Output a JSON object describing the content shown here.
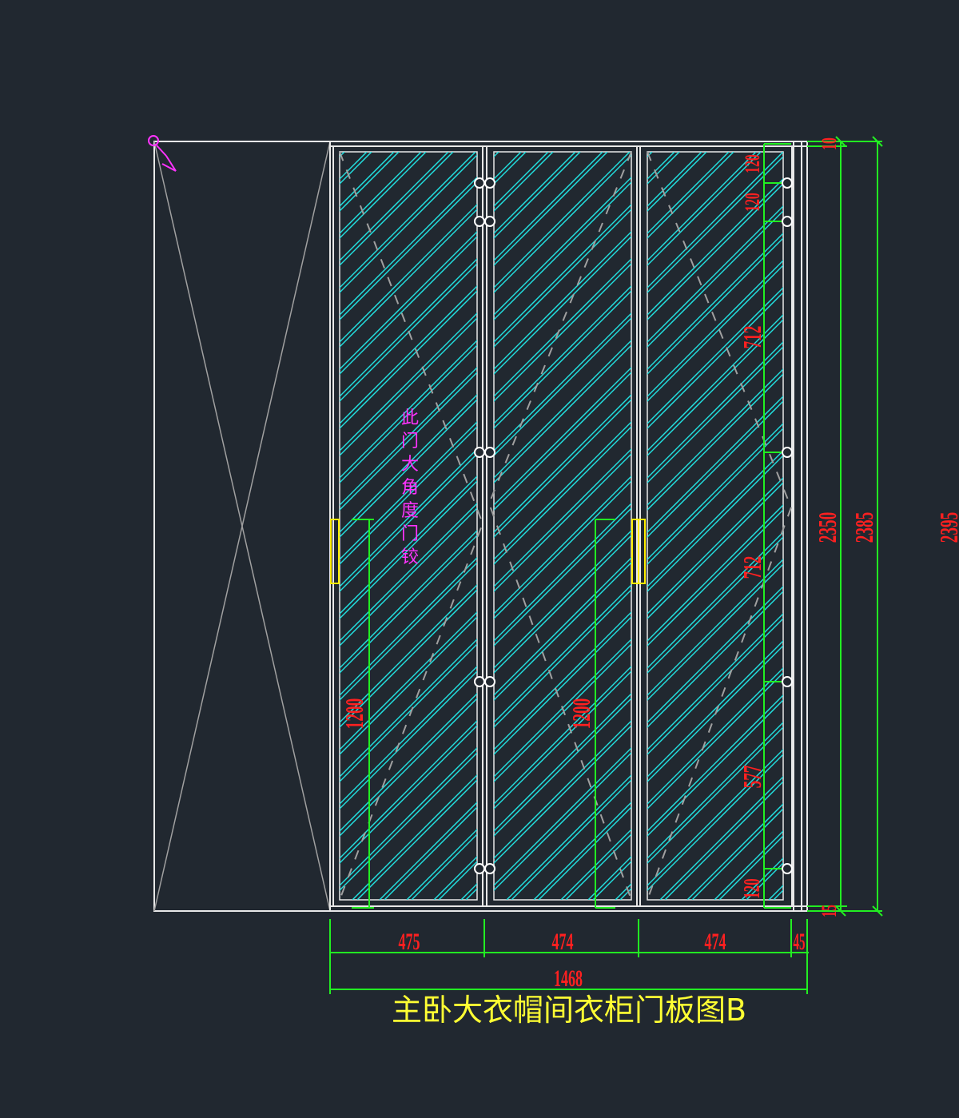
{
  "drawing": {
    "title": "主卧大衣帽间衣柜门板图B",
    "note": "此门大角度门铰",
    "colors": {
      "background": "#212830",
      "frame": "#e8e8e8",
      "hatch": "#22e0e0",
      "dimension_line": "#22ee22",
      "dimension_text": "#ff2020",
      "handle": "#ffee00",
      "note": "#ff33ff",
      "title": "#ffff33",
      "swing_line": "#a0a0a0"
    },
    "bottom_dims": {
      "door1": "475",
      "door2": "474",
      "door3": "474",
      "side": "45",
      "total": "1468"
    },
    "right_dims": {
      "top_gap": "10",
      "height_inner": "2350",
      "height_outer": "2385",
      "height_far": "2395",
      "bottom_gap": "15"
    },
    "hinge_dims": {
      "d1": "120",
      "d2": "120",
      "d3": "712",
      "d4": "712",
      "d5": "577",
      "d6": "120"
    },
    "handle_dims": {
      "left": "1200",
      "middle": "1200"
    }
  }
}
